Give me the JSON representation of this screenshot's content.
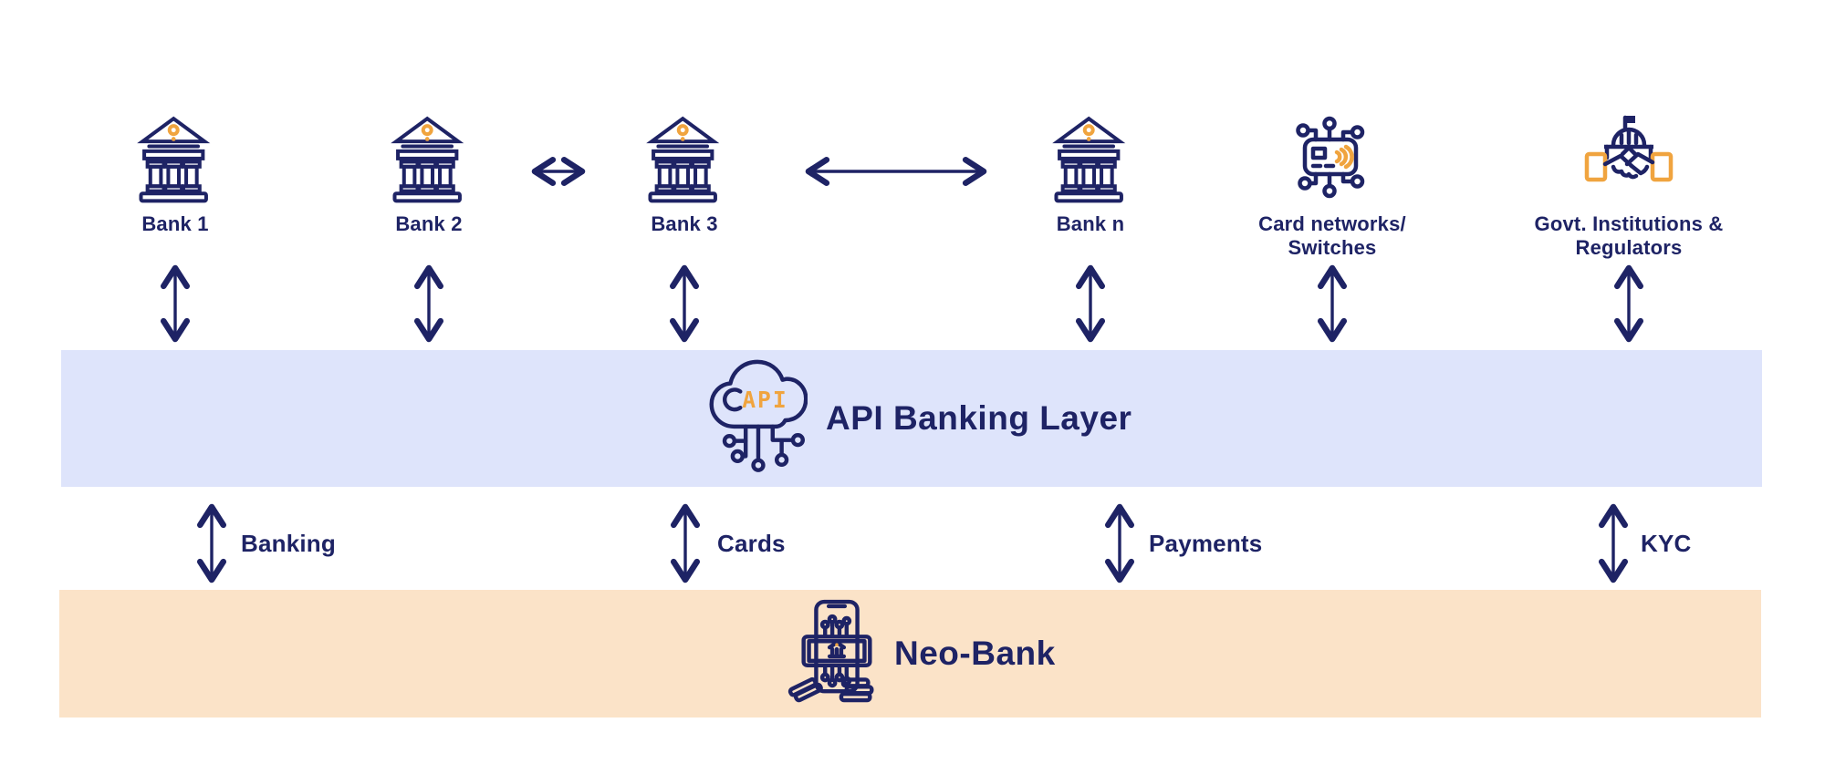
{
  "palette": {
    "navy": "#1e2365",
    "orange": "#f0a43f",
    "api_band_bg": "#dee4fb",
    "neo_band_bg": "#fbe3c8",
    "background": "#ffffff"
  },
  "entities": [
    {
      "name": "bank-1",
      "icon": "bank-icon",
      "line1": "Bank 1",
      "line2": ""
    },
    {
      "name": "bank-2",
      "icon": "bank-icon",
      "line1": "Bank 2",
      "line2": ""
    },
    {
      "name": "bank-3",
      "icon": "bank-icon",
      "line1": "Bank 3",
      "line2": ""
    },
    {
      "name": "bank-n",
      "icon": "bank-icon",
      "line1": "Bank n",
      "line2": ""
    },
    {
      "name": "card-networks",
      "icon": "card-network-icon",
      "line1": "Card networks/",
      "line2": "Switches"
    },
    {
      "name": "govt-institutions",
      "icon": "govt-regulators-icon",
      "line1": "Govt. Institutions &",
      "line2": "Regulators"
    }
  ],
  "api_layer": {
    "title": "API Banking Layer",
    "icon": "api-cloud-icon",
    "icon_text": "API"
  },
  "neo_bank": {
    "title": "Neo-Bank",
    "icon": "neo-bank-phone-icon"
  },
  "connectors": [
    {
      "label": "Banking"
    },
    {
      "label": "Cards"
    },
    {
      "label": "Payments"
    },
    {
      "label": "KYC"
    }
  ]
}
